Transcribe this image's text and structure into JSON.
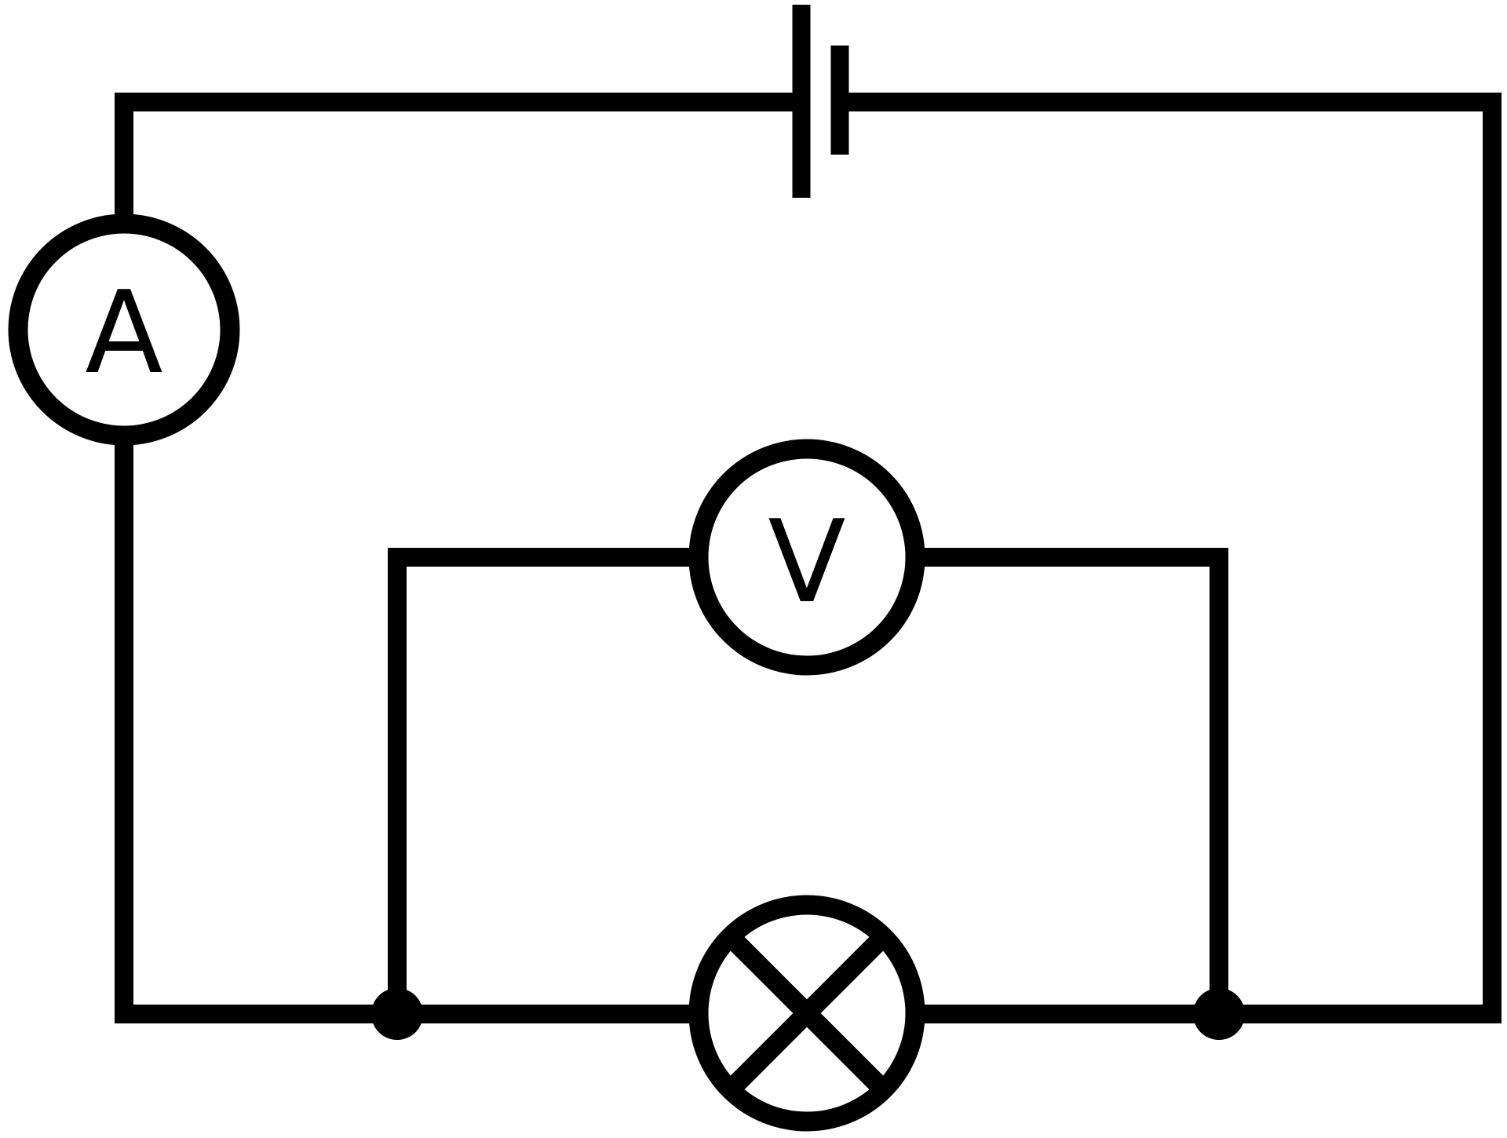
{
  "colors": {
    "ink": "#000000",
    "background": "#ffffff"
  },
  "components": {
    "battery": {
      "name": "battery-cell"
    },
    "ammeter": {
      "label": "A"
    },
    "voltmeter": {
      "label": "V"
    },
    "lamp": {
      "name": "filament-lamp"
    }
  }
}
